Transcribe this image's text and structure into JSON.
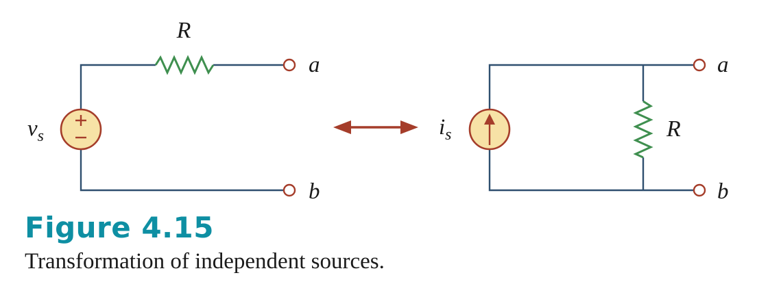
{
  "left_circuit": {
    "source_symbol": "v",
    "source_subscript": "s",
    "resistor_label": "R",
    "terminal_top": "a",
    "terminal_bottom": "b"
  },
  "right_circuit": {
    "source_symbol": "i",
    "source_subscript": "s",
    "resistor_label": "R",
    "terminal_top": "a",
    "terminal_bottom": "b"
  },
  "caption": {
    "title": "Figure 4.15",
    "text": "Transformation of independent sources."
  },
  "colors": {
    "wire": "#2f4f6f",
    "resistor": "#3f8f4f",
    "accent": "#a53d2a",
    "source_fill": "#f7e2a6",
    "title": "#0e8fa3"
  },
  "icons": {
    "voltage_source": "voltage-source-icon",
    "current_source": "current-source-icon",
    "equivalence_arrow": "double-arrow-icon"
  }
}
